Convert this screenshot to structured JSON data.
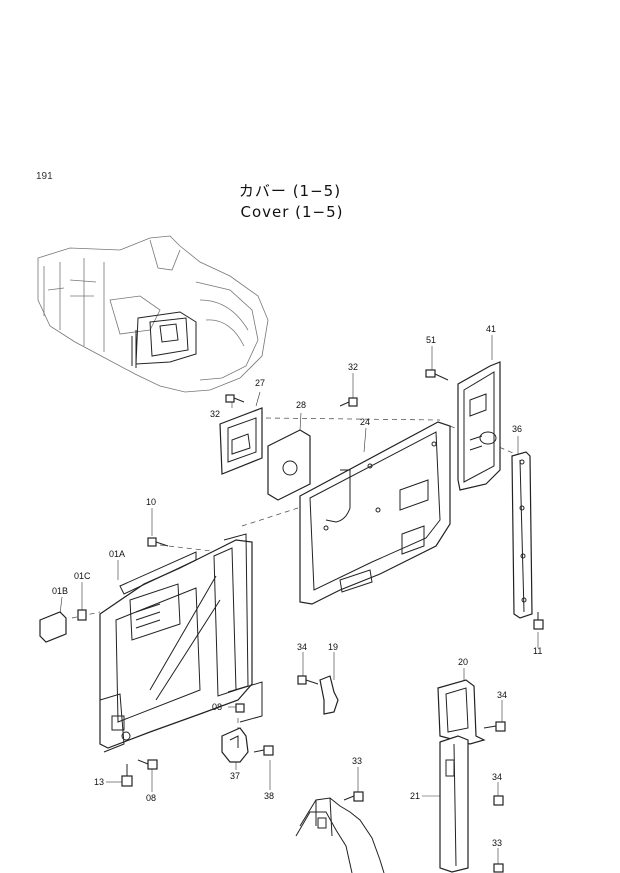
{
  "page_number": "191",
  "title_jp": "カバー (1−5)",
  "title_en": "Cover (1−5)",
  "part_labels": [
    {
      "id": "p51",
      "text": "51"
    },
    {
      "id": "p41",
      "text": "41"
    },
    {
      "id": "p32a",
      "text": "32"
    },
    {
      "id": "p27",
      "text": "27"
    },
    {
      "id": "p28",
      "text": "28"
    },
    {
      "id": "p32b",
      "text": "32"
    },
    {
      "id": "p24",
      "text": "24"
    },
    {
      "id": "p36",
      "text": "36"
    },
    {
      "id": "p10",
      "text": "10"
    },
    {
      "id": "p01A",
      "text": "01A"
    },
    {
      "id": "p01B",
      "text": "01B"
    },
    {
      "id": "p01C",
      "text": "01C"
    },
    {
      "id": "p11",
      "text": "11"
    },
    {
      "id": "p34a",
      "text": "34"
    },
    {
      "id": "p19",
      "text": "19"
    },
    {
      "id": "p20",
      "text": "20"
    },
    {
      "id": "p34b",
      "text": "34"
    },
    {
      "id": "p08a",
      "text": "08"
    },
    {
      "id": "p37",
      "text": "37"
    },
    {
      "id": "p38",
      "text": "38"
    },
    {
      "id": "p13",
      "text": "13"
    },
    {
      "id": "p08b",
      "text": "08"
    },
    {
      "id": "p33a",
      "text": "33"
    },
    {
      "id": "p34c",
      "text": "34"
    },
    {
      "id": "p21",
      "text": "21"
    },
    {
      "id": "p33b",
      "text": "33"
    }
  ]
}
